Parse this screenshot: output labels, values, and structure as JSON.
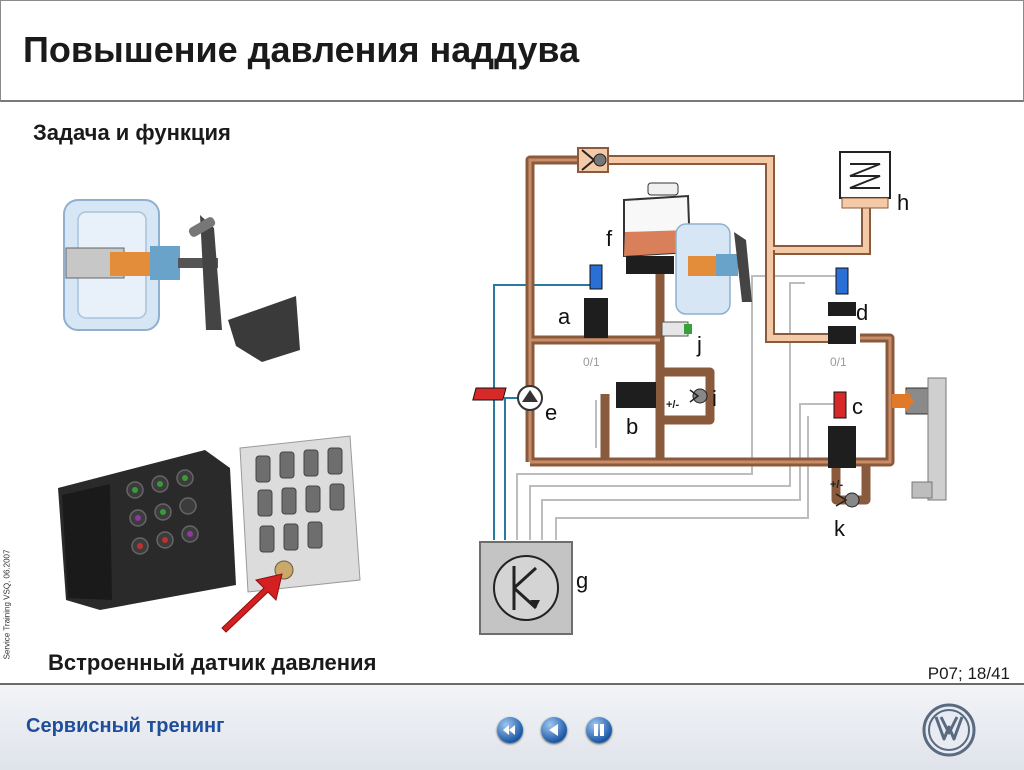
{
  "title": "Повышение давления наддува",
  "subtitle": "Задача и функция",
  "photo_label": "Встроенный датчик давления",
  "page_ref": "P07; 18/41",
  "side_note": "Service Training VSQ, 06.2007",
  "footer": {
    "text": "Сервисный тренинг"
  },
  "nav": [
    {
      "icon": "rewind-icon"
    },
    {
      "icon": "back-icon"
    },
    {
      "icon": "pause-icon"
    }
  ],
  "logo": {
    "icon": "vw-logo-icon"
  },
  "diagram": {
    "labels": {
      "a": "a",
      "b": "b",
      "c": "c",
      "d": "d",
      "e": "e",
      "f": "f",
      "g": "g",
      "h": "h",
      "i": "i",
      "j": "j",
      "k": "k"
    },
    "valve_state_a": "0/1",
    "valve_state_d": "0/1",
    "valve_mode_b": "+/-",
    "valve_mode_c": "+/-",
    "colors": {
      "brake_line": "#8a5a3c",
      "brake_line_light": "#f3c9a8",
      "signal_blue": "#2a7aa0",
      "signal_gray": "#bdbdbd",
      "valve_blue": "#2a6fd6",
      "valve_red": "#d62a2a",
      "fluid": "#d9805a"
    }
  }
}
